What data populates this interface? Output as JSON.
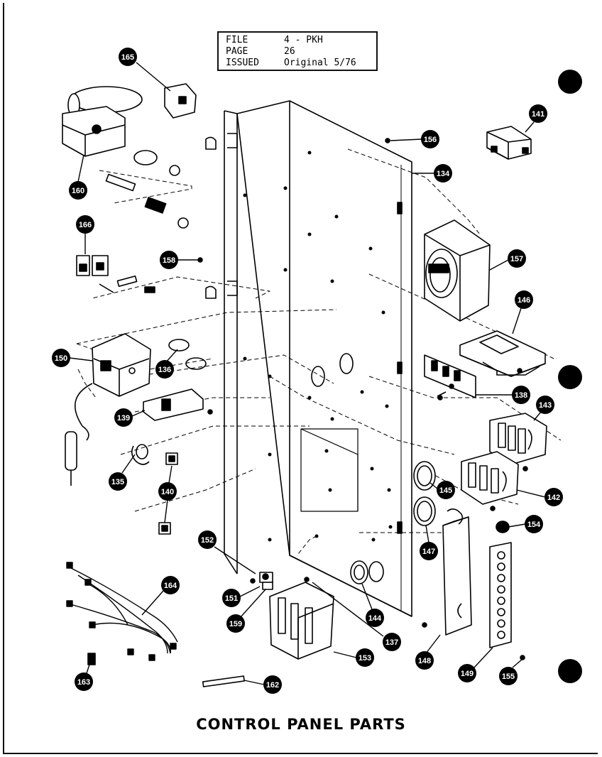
{
  "info_box": {
    "rows": [
      {
        "key": "FILE",
        "value": "4 - PKH"
      },
      {
        "key": "PAGE",
        "value": "26"
      },
      {
        "key": "ISSUED",
        "value": "Original 5/76"
      }
    ]
  },
  "title": "CONTROL PANEL PARTS",
  "part_numbers": {
    "p165": "165",
    "p160": "160",
    "p166": "166",
    "p158": "158",
    "p156": "156",
    "p134": "134",
    "p141": "141",
    "p157": "157",
    "p146": "146",
    "p150": "150",
    "p136": "136",
    "p139": "139",
    "p138": "138",
    "p143": "143",
    "p135": "135",
    "p140": "140",
    "p145": "145",
    "p142": "142",
    "p147": "147",
    "p154": "154",
    "p152": "152",
    "p151": "151",
    "p159": "159",
    "p144": "144",
    "p137": "137",
    "p148": "148",
    "p149": "149",
    "p155": "155",
    "p153": "153",
    "p164": "164",
    "p163": "163",
    "p162": "162"
  }
}
